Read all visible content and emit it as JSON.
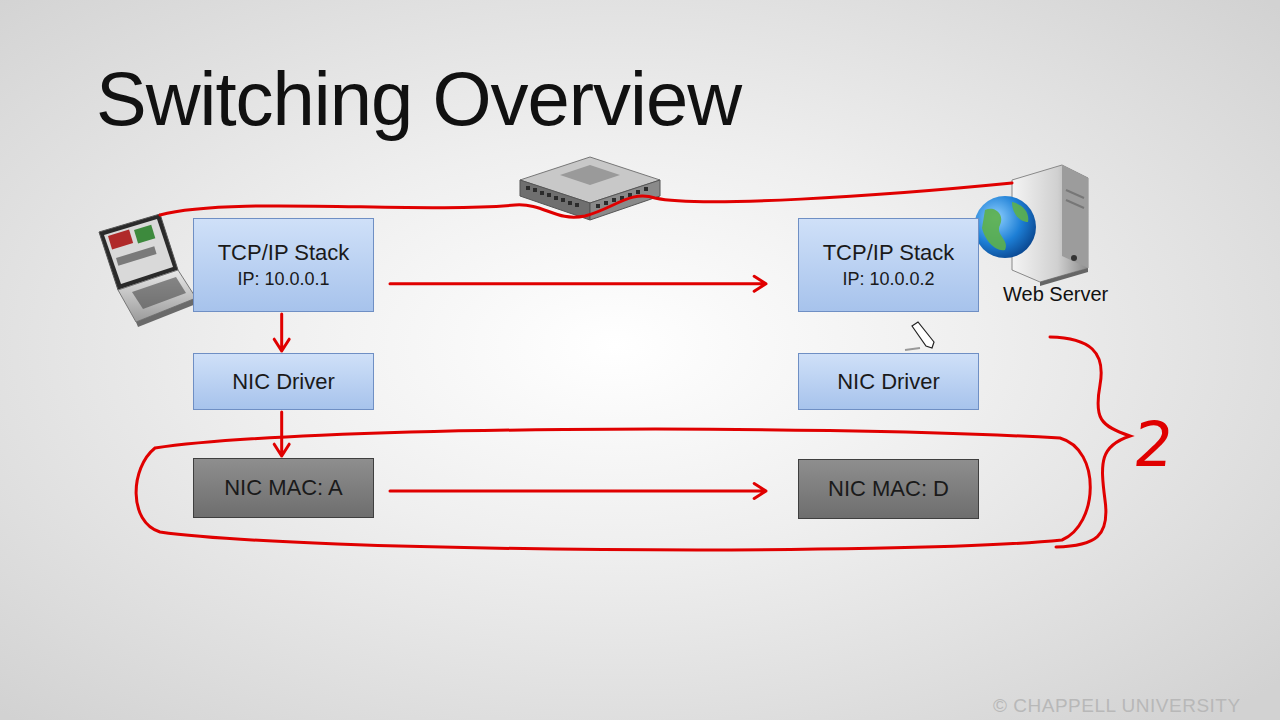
{
  "diagram": {
    "title": "Switching Overview",
    "nodes": [
      {
        "text": [
          "TCP/IP Stack",
          "IP: 10.0.0.1"
        ]
      },
      {
        "text": [
          "TCP/IP Stack",
          "IP: 10.0.0.2"
        ]
      },
      {
        "text": [
          "NIC Driver"
        ]
      },
      {
        "text": [
          "NIC Driver"
        ]
      },
      {
        "text": [
          "NIC MAC: A"
        ]
      },
      {
        "text": [
          "NIC MAC: D"
        ]
      }
    ],
    "edges": [
      {
        "from": 0,
        "to": 2,
        "arrow": "to"
      },
      {
        "from": 2,
        "to": 4,
        "arrow": "to"
      },
      {
        "from": 0,
        "to": 1,
        "arrow": "to"
      },
      {
        "from": 4,
        "to": 5,
        "arrow": "to"
      }
    ],
    "labels": [
      "Web Server",
      "2",
      "© CHAPPELL UNIVERSITY"
    ]
  }
}
